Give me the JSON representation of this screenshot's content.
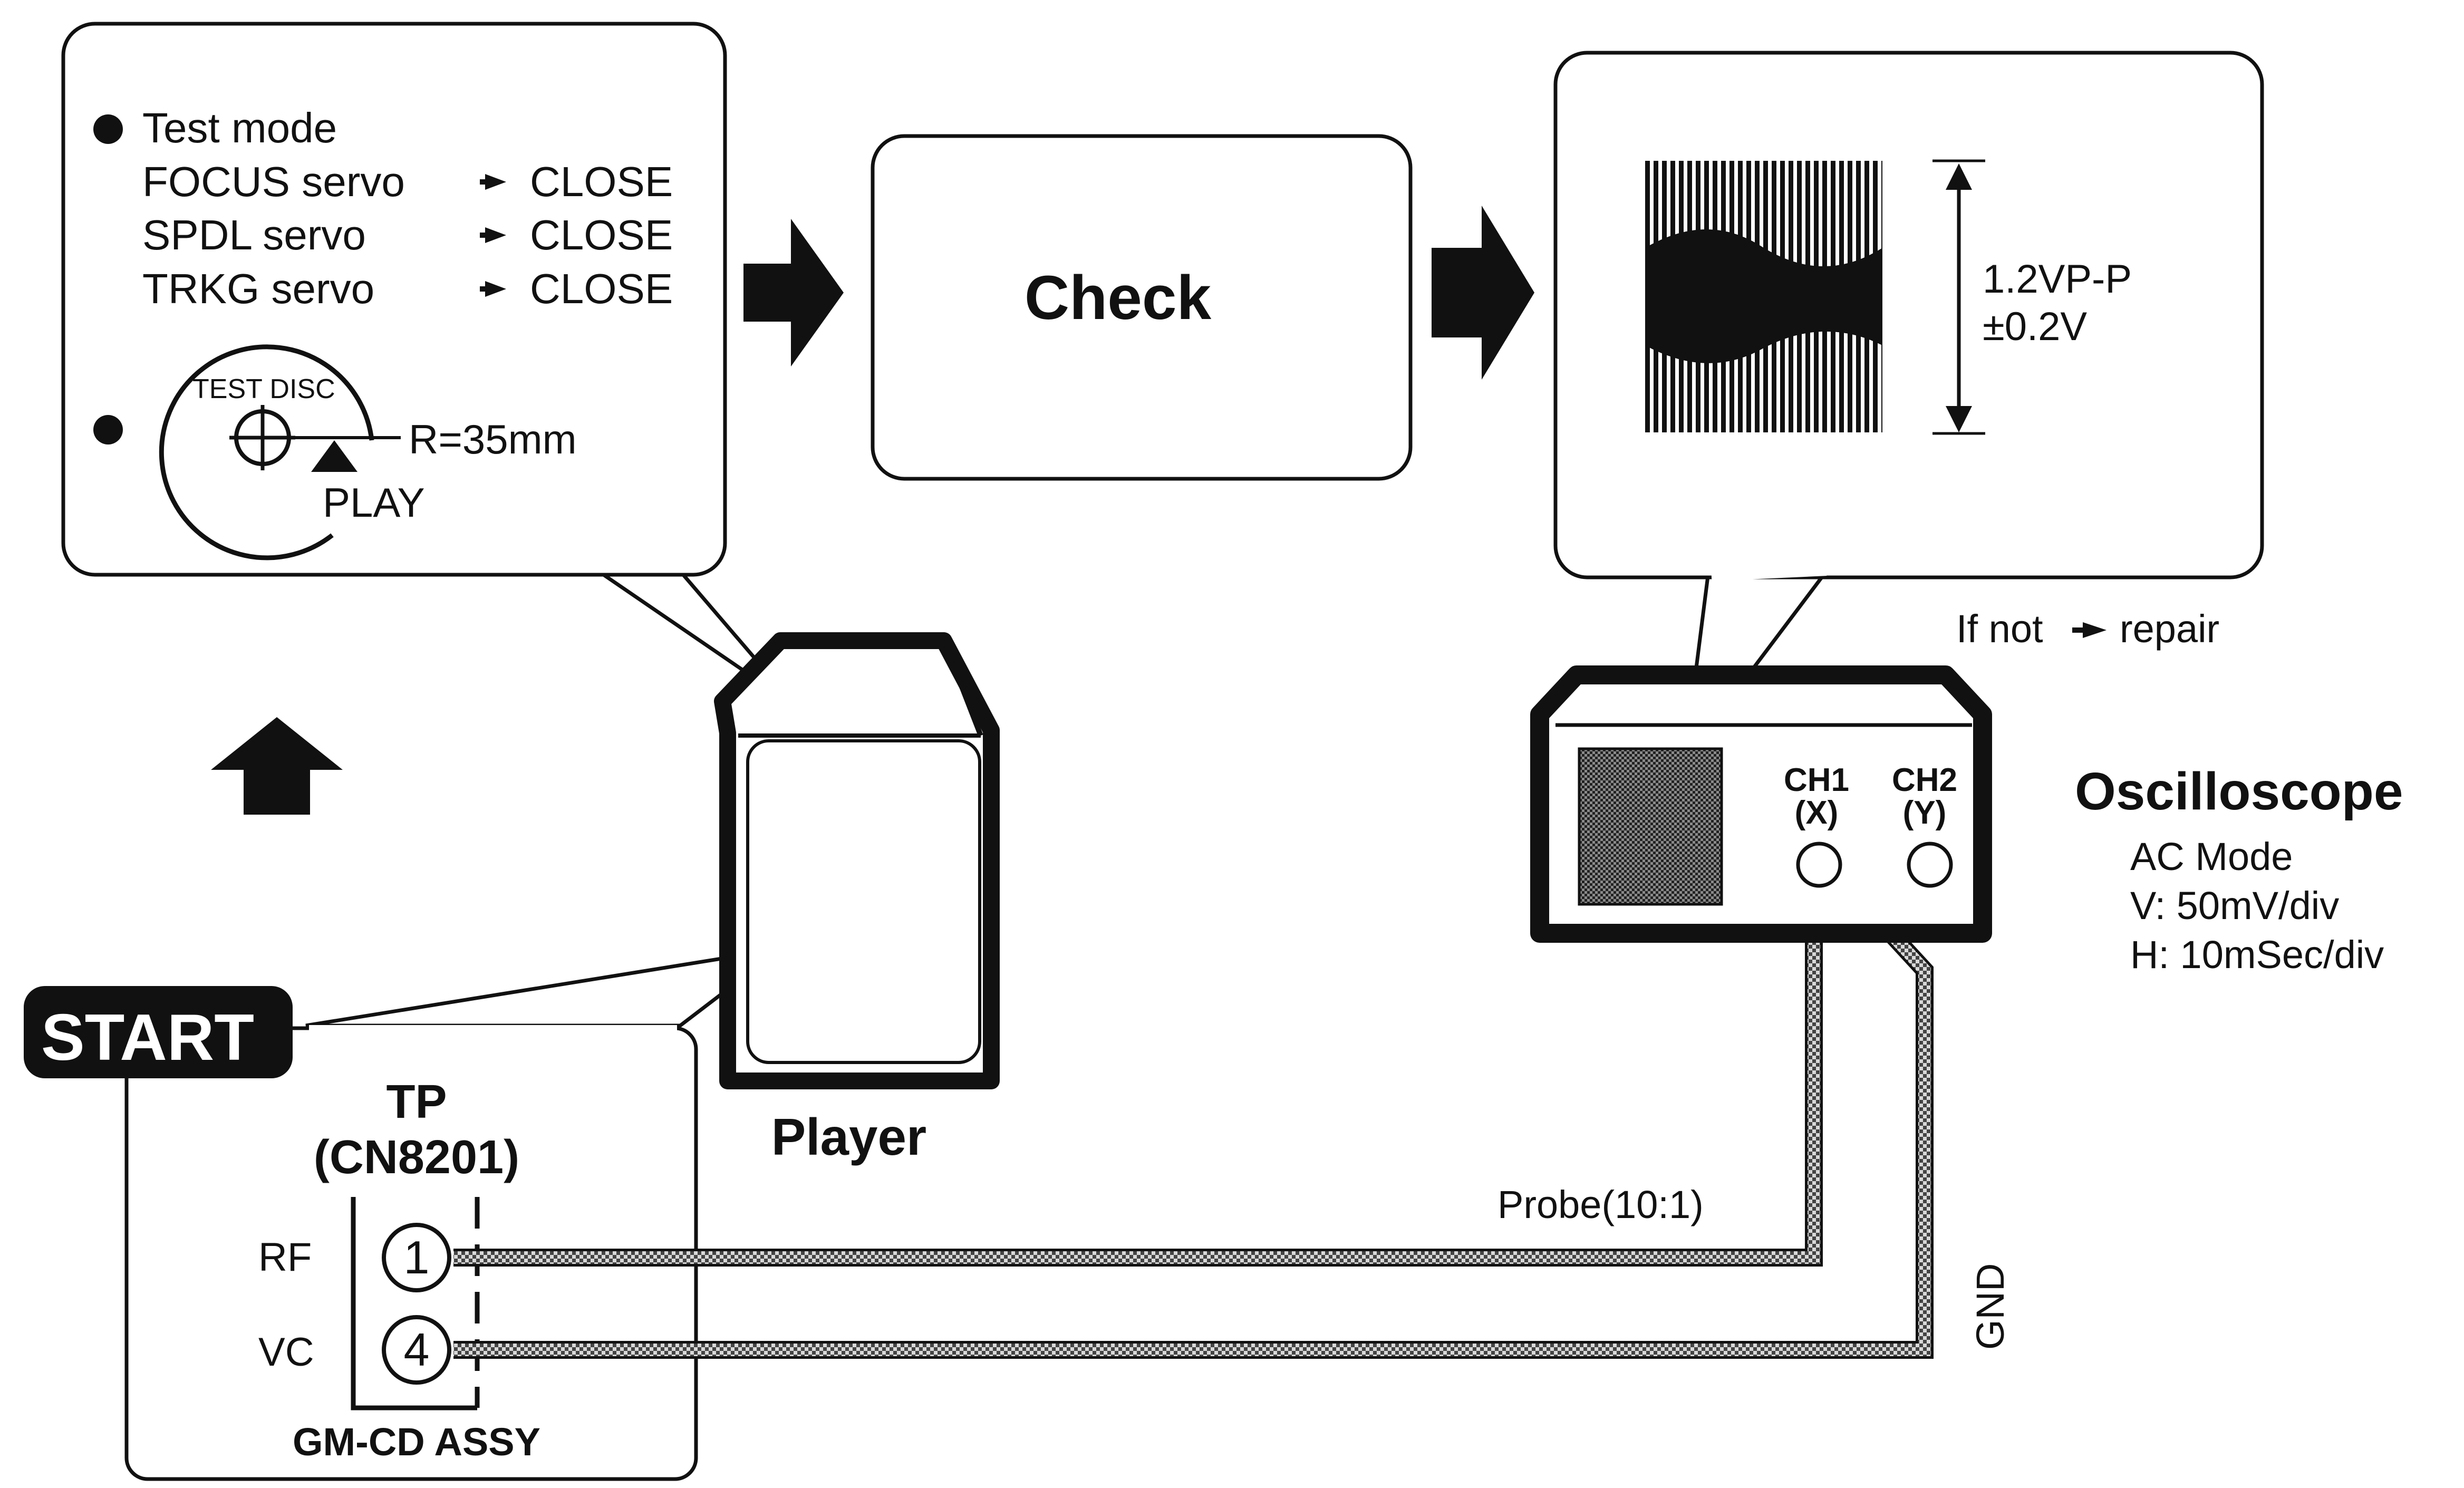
{
  "test_mode_box": {
    "bullet_title": "Test mode",
    "servos": [
      {
        "name": "FOCUS servo",
        "state": "CLOSE"
      },
      {
        "name": "SPDL servo",
        "state": "CLOSE"
      },
      {
        "name": "TRKG servo",
        "state": "CLOSE"
      }
    ],
    "disc_label": "TEST DISC",
    "radius_label": "R=35mm",
    "play_label": "PLAY"
  },
  "check_box": {
    "label": "Check"
  },
  "waveform_box": {
    "amplitude": "1.2VP-P",
    "tolerance": "±0.2V",
    "note_prefix": "If not",
    "note_suffix": "repair"
  },
  "start_label": "START",
  "player_label": "Player",
  "test_point": {
    "title": "TP",
    "connector": "(CN8201)",
    "pins": [
      {
        "signal": "RF",
        "number": "1"
      },
      {
        "signal": "VC",
        "number": "4"
      }
    ],
    "assembly": "GM-CD ASSY"
  },
  "oscilloscope": {
    "title": "Oscilloscope",
    "ch1": "CH1",
    "ch1_axis": "(X)",
    "ch2": "CH2",
    "ch2_axis": "(Y)",
    "settings": [
      "AC Mode",
      "V: 50mV/div",
      "H: 10mSec/div"
    ]
  },
  "probe_label": "Probe(10:1)",
  "gnd_label": "GND"
}
